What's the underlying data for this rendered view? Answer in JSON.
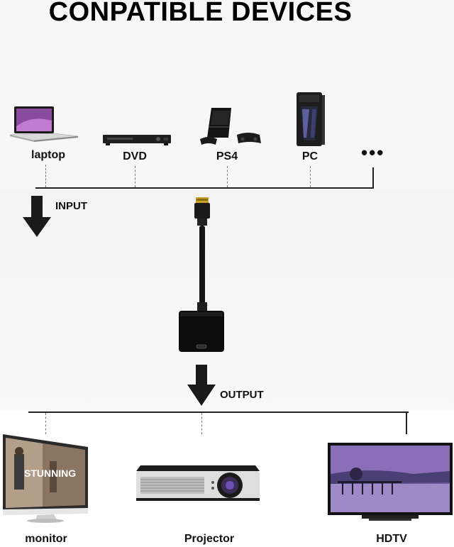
{
  "title": "CONPATIBLE DEVICES",
  "input_devices": [
    {
      "label": "laptop",
      "icon": "laptop-icon"
    },
    {
      "label": "DVD",
      "icon": "dvd-player-icon"
    },
    {
      "label": "PS4",
      "icon": "ps4-console-icon"
    },
    {
      "label": "PC",
      "icon": "pc-tower-icon"
    }
  ],
  "more": "•••",
  "input_label": "INPUT",
  "output_label": "OUTPUT",
  "output_devices": [
    {
      "label": "monitor",
      "icon": "monitor-icon",
      "screen_text": "STUNNING"
    },
    {
      "label": "Projector",
      "icon": "projector-icon"
    },
    {
      "label": "HDTV",
      "icon": "hdtv-icon"
    }
  ],
  "colors": {
    "arrow": "#1a1a1a",
    "adapter": "#0c0c0c",
    "hdmi_tip": "#c9a227"
  }
}
